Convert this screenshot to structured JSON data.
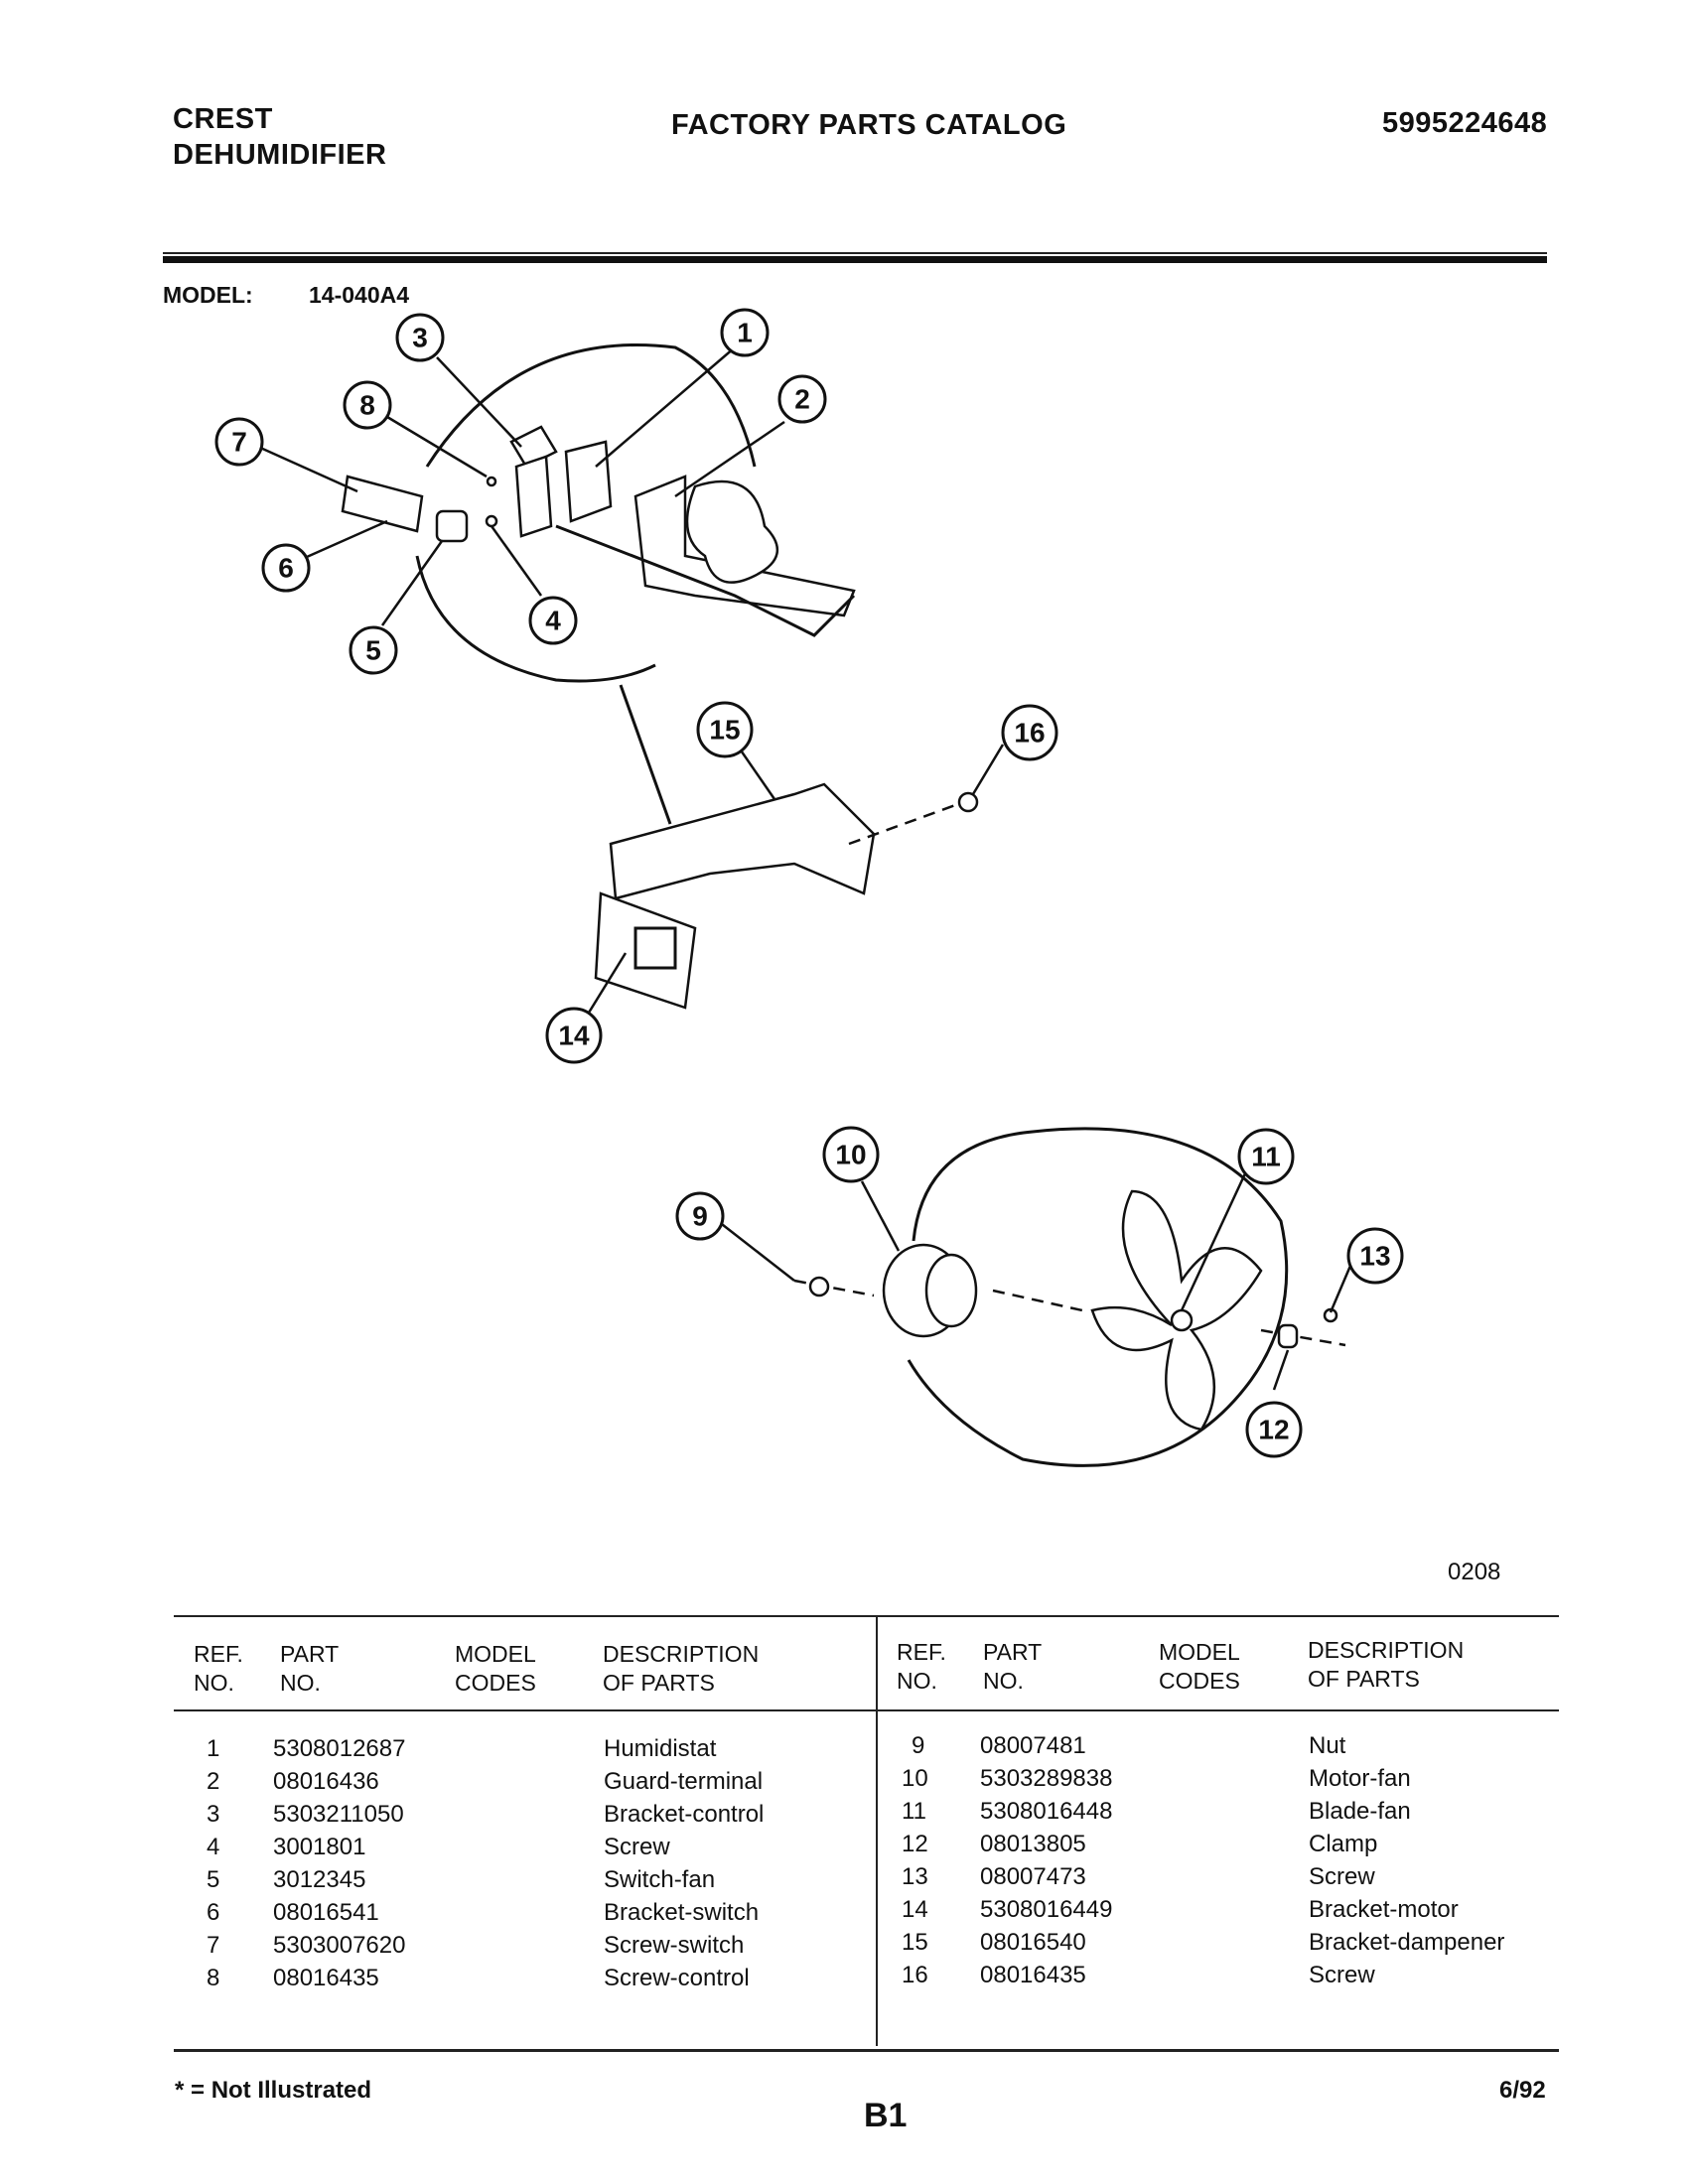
{
  "header": {
    "brand_line1": "CREST",
    "brand_line2": "DEHUMIDIFIER",
    "title": "FACTORY PARTS CATALOG",
    "catalog_number": "5995224648"
  },
  "model": {
    "label": "MODEL:",
    "value": "14-040A4"
  },
  "diagram": {
    "callouts": [
      "1",
      "2",
      "3",
      "4",
      "5",
      "6",
      "7",
      "8",
      "9",
      "10",
      "11",
      "12",
      "13",
      "14",
      "15",
      "16"
    ],
    "code": "0208"
  },
  "table": {
    "headers": {
      "ref": [
        "REF.",
        "NO."
      ],
      "part": [
        "PART",
        "NO."
      ],
      "model": [
        "MODEL",
        "CODES"
      ],
      "desc": [
        "DESCRIPTION",
        "OF PARTS"
      ]
    },
    "left_rows": [
      {
        "ref": "1",
        "part": "5308012687",
        "codes": "",
        "desc": "Humidistat"
      },
      {
        "ref": "2",
        "part": "08016436",
        "codes": "",
        "desc": "Guard-terminal"
      },
      {
        "ref": "3",
        "part": "5303211050",
        "codes": "",
        "desc": "Bracket-control"
      },
      {
        "ref": "4",
        "part": "3001801",
        "codes": "",
        "desc": "Screw"
      },
      {
        "ref": "5",
        "part": "3012345",
        "codes": "",
        "desc": "Switch-fan"
      },
      {
        "ref": "6",
        "part": "08016541",
        "codes": "",
        "desc": "Bracket-switch"
      },
      {
        "ref": "7",
        "part": "5303007620",
        "codes": "",
        "desc": "Screw-switch"
      },
      {
        "ref": "8",
        "part": "08016435",
        "codes": "",
        "desc": "Screw-control"
      }
    ],
    "right_rows": [
      {
        "ref": "9",
        "part": "08007481",
        "codes": "",
        "desc": "Nut"
      },
      {
        "ref": "10",
        "part": "5303289838",
        "codes": "",
        "desc": "Motor-fan"
      },
      {
        "ref": "11",
        "part": "5308016448",
        "codes": "",
        "desc": "Blade-fan"
      },
      {
        "ref": "12",
        "part": "08013805",
        "codes": "",
        "desc": "Clamp"
      },
      {
        "ref": "13",
        "part": "08007473",
        "codes": "",
        "desc": "Screw"
      },
      {
        "ref": "14",
        "part": "5308016449",
        "codes": "",
        "desc": "Bracket-motor"
      },
      {
        "ref": "15",
        "part": "08016540",
        "codes": "",
        "desc": "Bracket-dampener"
      },
      {
        "ref": "16",
        "part": "08016435",
        "codes": "",
        "desc": "Screw"
      }
    ]
  },
  "footer": {
    "note": "* = Not Illustrated",
    "page": "B1",
    "date": "6/92"
  }
}
